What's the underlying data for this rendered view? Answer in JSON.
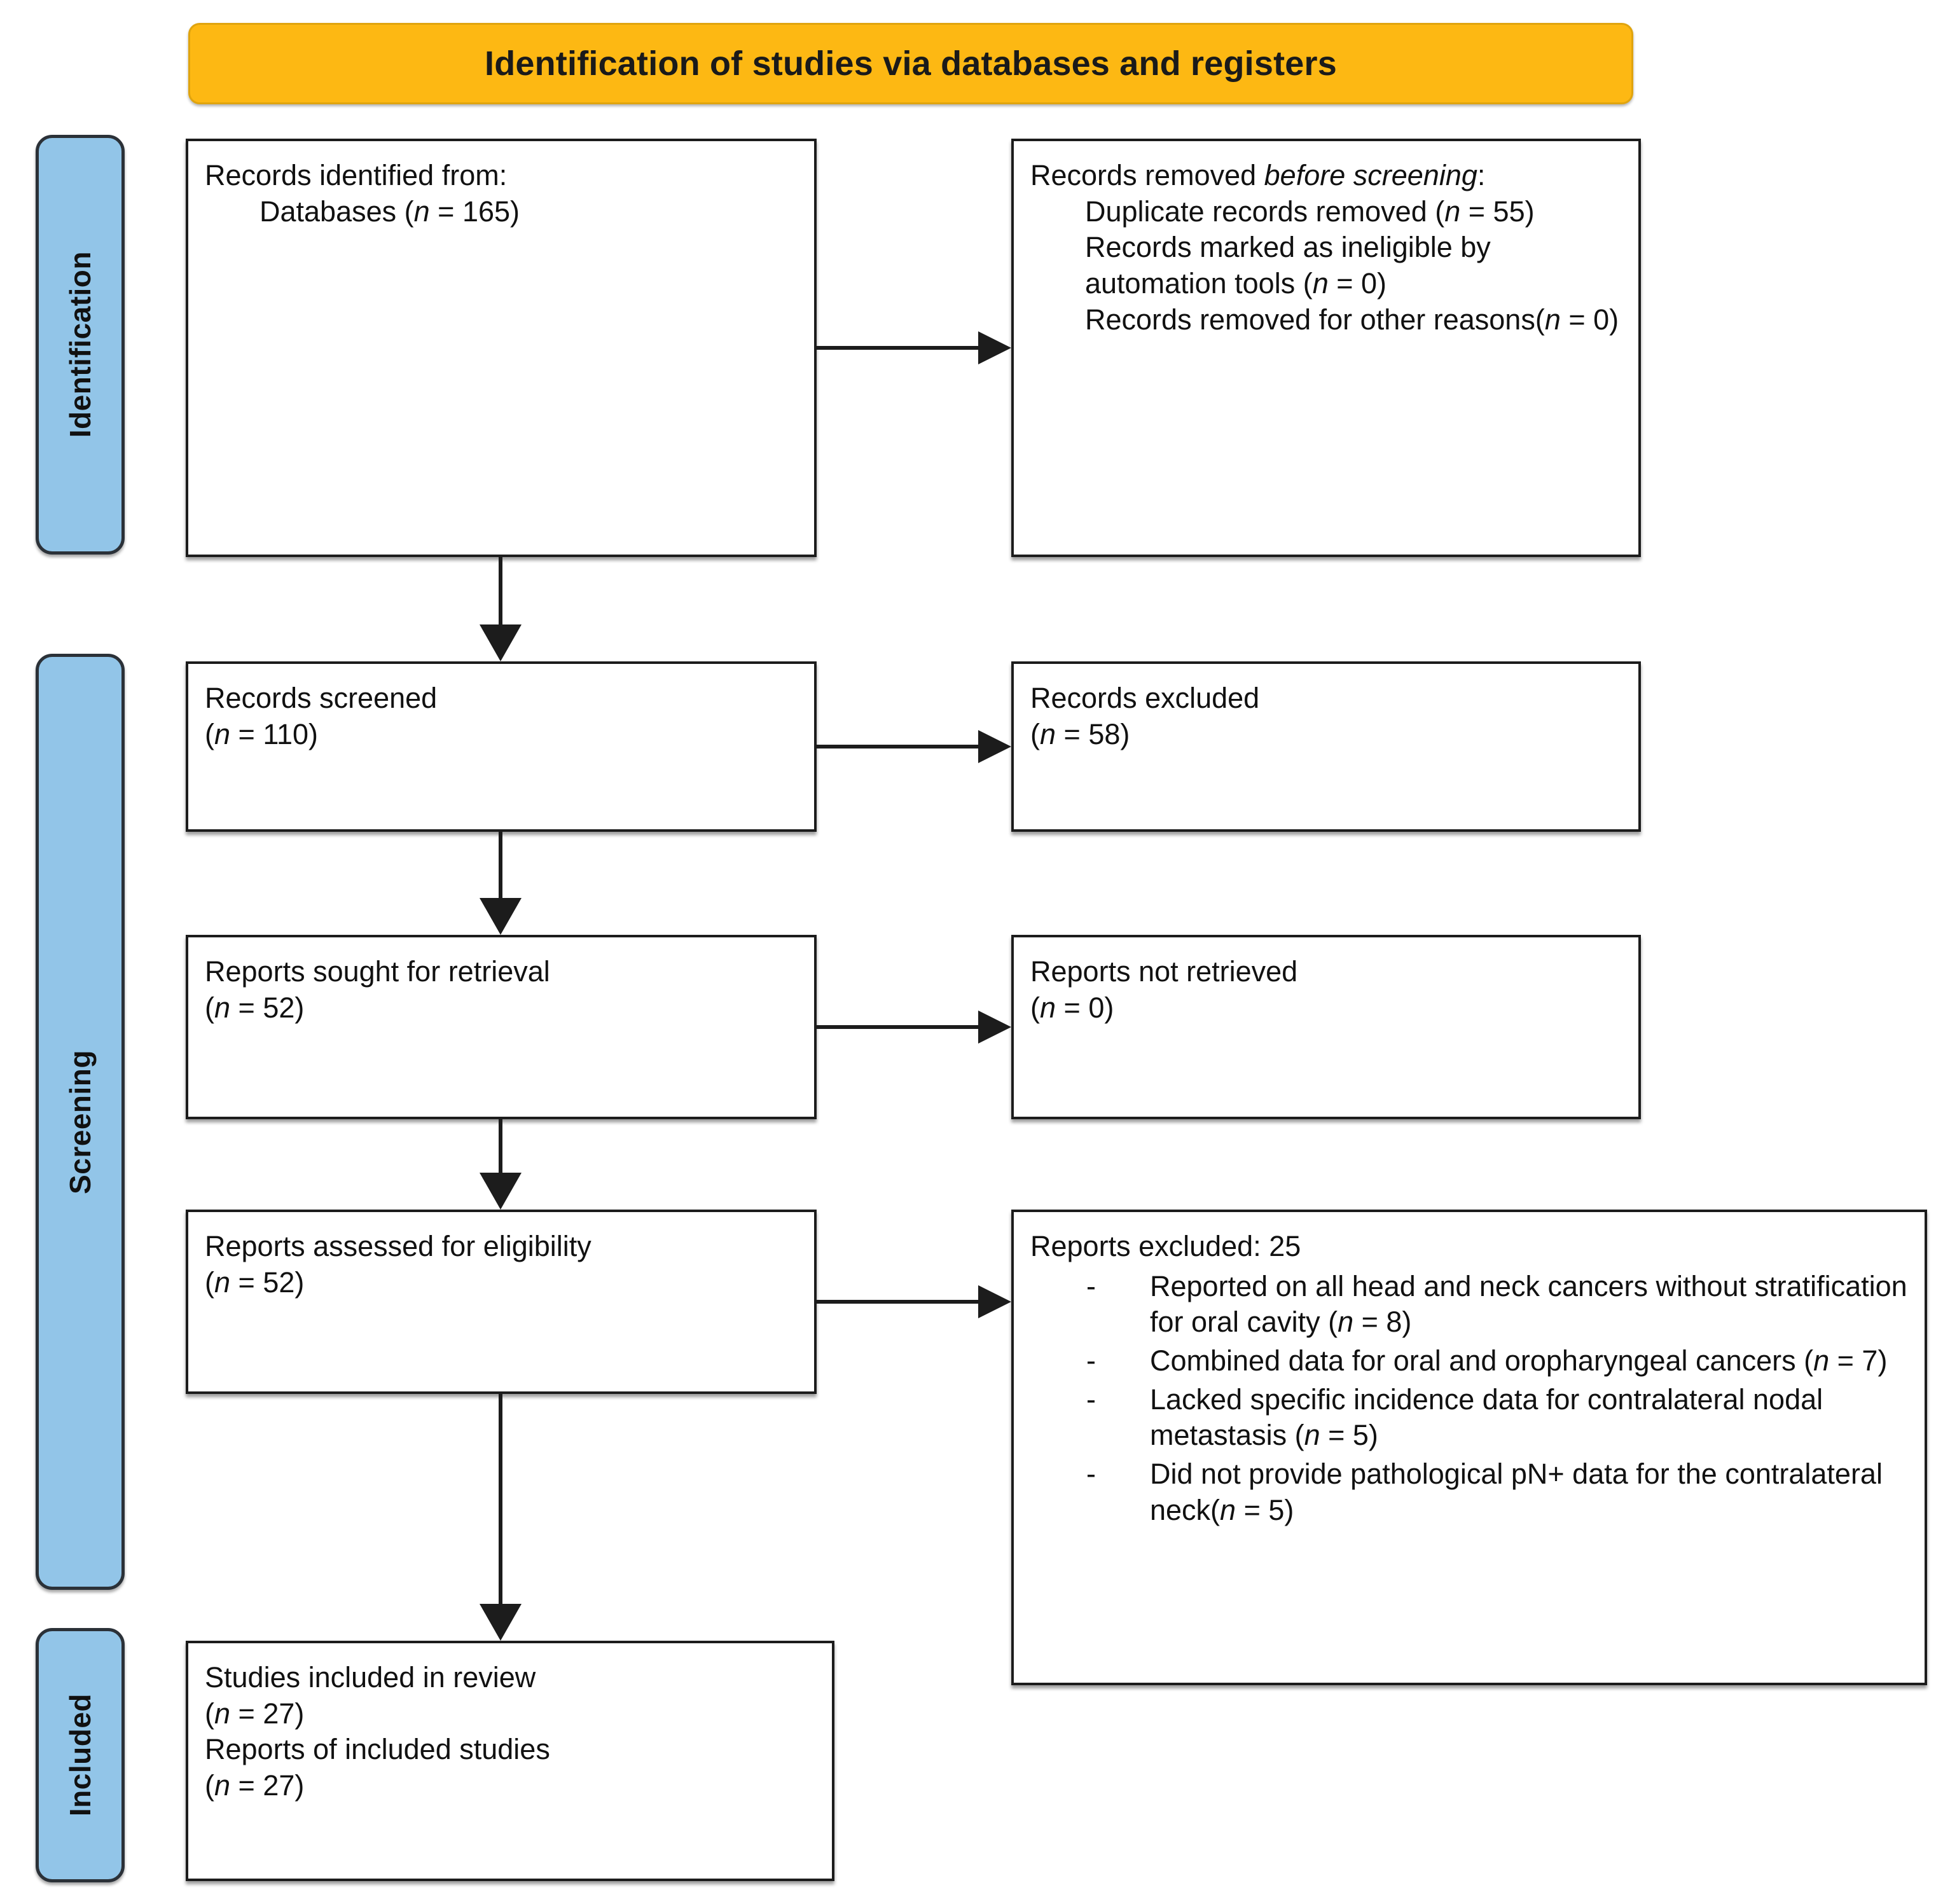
{
  "banner": {
    "title": "Identification of studies via databases and registers",
    "color": "#FDB813"
  },
  "stages": {
    "identification": "Identification",
    "screening": "Screening",
    "included": "Included",
    "color": "#92C5E8"
  },
  "boxes": {
    "identified": {
      "line1": "Records identified from:",
      "line2_label": "Databases (",
      "line2_n": "n",
      "line2_value": " = 165)"
    },
    "removed": {
      "heading_pre": "Records removed ",
      "heading_italic": "before screening",
      "heading_post": ":",
      "item1_pre": "Duplicate records removed (",
      "item1_n": "n",
      "item1_post": " = 55)",
      "item2_pre": "Records marked as ineligible by automation tools (",
      "item2_n": "n",
      "item2_post": " = 0)",
      "item3_pre": "Records removed for other reasons(",
      "item3_n": "n",
      "item3_post": " = 0)"
    },
    "screened": {
      "line1": "Records screened",
      "n": "n",
      "line2_pre": "(",
      "line2_post": " = 110)"
    },
    "excluded": {
      "line1": "Records excluded",
      "n": "n",
      "line2_pre": "(",
      "line2_post": " = 58)"
    },
    "sought": {
      "line1": "Reports sought for retrieval",
      "n": "n",
      "line2_pre": "(",
      "line2_post": " = 52)"
    },
    "not_retrieved": {
      "line1": "Reports not retrieved",
      "n": "n",
      "line2_pre": "(",
      "line2_post": "  = 0)"
    },
    "assessed": {
      "line1": "Reports assessed for eligibility",
      "n": "n",
      "line2_pre": "(",
      "line2_post": " = 52)"
    },
    "reports_excluded": {
      "heading": "Reports excluded: 25",
      "bullet": "-",
      "reasons": [
        {
          "text_pre": "Reported on all head and neck cancers without stratification for oral cavity (",
          "n": "n",
          "text_post": " = 8)"
        },
        {
          "text_pre": "Combined data for oral and oropharyngeal cancers (",
          "n": "n",
          "text_post": " = 7)"
        },
        {
          "text_pre": "Lacked specific incidence data for contralateral nodal metastasis (",
          "n": "n",
          "text_post": " = 5)"
        },
        {
          "text_pre": "Did not provide pathological pN+ data for the contralateral neck(",
          "n": "n",
          "text_post": " = 5)"
        }
      ]
    },
    "included": {
      "line1": "Studies included in review",
      "n1": "n",
      "line2_pre": "(",
      "line2_post": " = 27)",
      "line3": "Reports of included studies",
      "n2": "n",
      "line4_pre": "(",
      "line4_post": " = 27)"
    }
  }
}
